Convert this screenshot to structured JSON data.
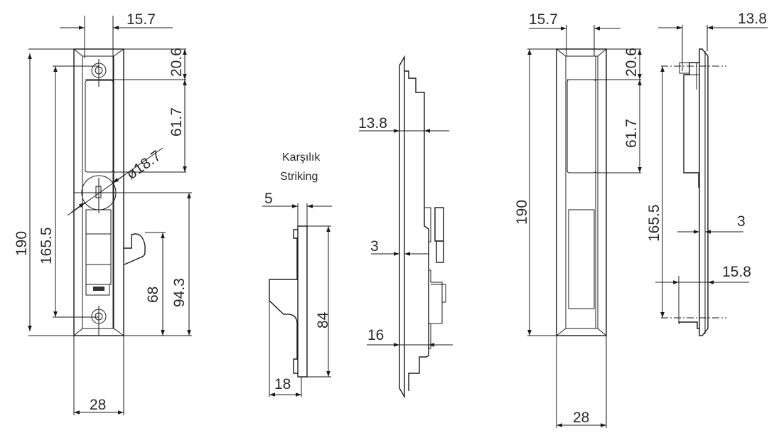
{
  "striking": {
    "line1": "Karşılık",
    "line2": "Striking"
  },
  "front_view": {
    "width_top": "15.7",
    "top_offset": "20.6",
    "window_height": "61.7",
    "key_diameter": "ø18.7",
    "total_height": "190",
    "screw_spacing": "165.5",
    "hook_height": "68",
    "key_height": "94.3",
    "width": "28"
  },
  "striking_view": {
    "thickness": "5",
    "height": "84",
    "depth": "18"
  },
  "side_view": {
    "depth_top": "13.8",
    "plate": "3",
    "depth_bottom": "16"
  },
  "rear_view": {
    "width_top": "15.7",
    "top_offset": "20.6",
    "window_height": "61.7",
    "total_height": "190",
    "width": "28"
  },
  "rear_side_view": {
    "depth_top": "13.8",
    "screw_spacing": "165.5",
    "plate": "3",
    "depth_bottom": "15.8"
  }
}
